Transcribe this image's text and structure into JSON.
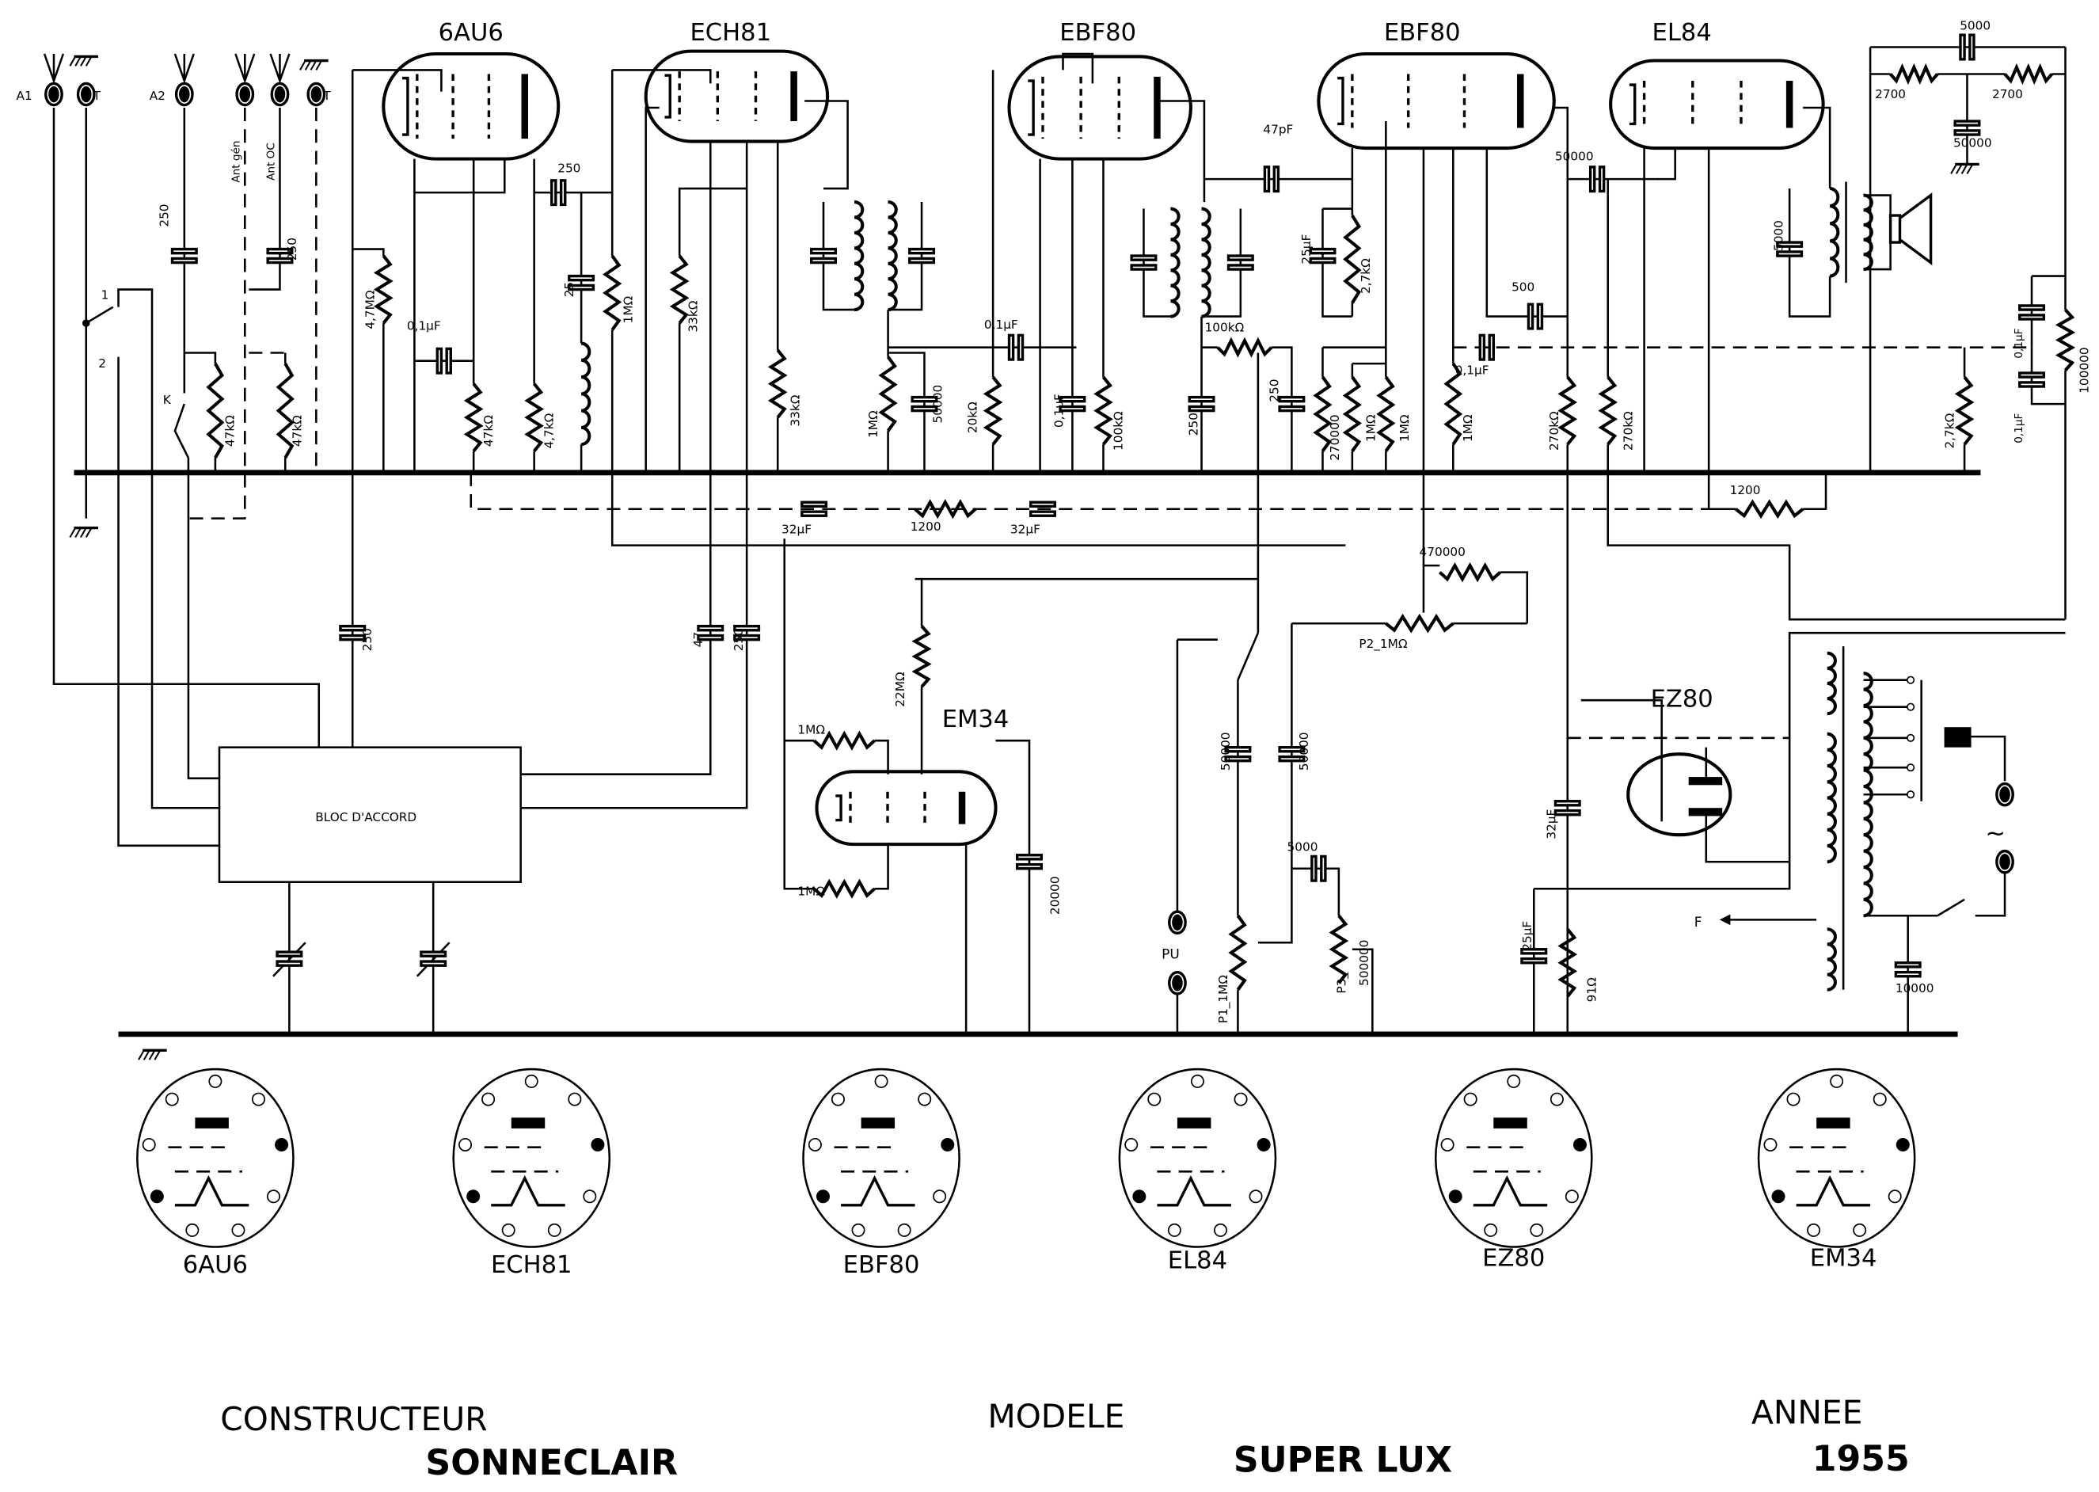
{
  "title_block": {
    "constructeur_label": "CONSTRUCTEUR",
    "constructeur": "SONNECLAIR",
    "modele_label": "MODELE",
    "modele": "SUPER LUX",
    "annee_label": "ANNEE",
    "annee": "1955"
  },
  "tubes": [
    "6AU6",
    "ECH81",
    "EBF80",
    "EBF80",
    "EL84",
    "EM34",
    "EZ80"
  ],
  "block_label": "BLOC D'ACCORD",
  "terminals": [
    "A1",
    "T",
    "A2",
    "T",
    "Ant gén",
    "Ant OC",
    "PU",
    "F",
    "~"
  ],
  "switch_labels": [
    "1",
    "2",
    "K"
  ],
  "component_values": [
    "250",
    "250",
    "4,7MΩ",
    "0,1µF",
    "47kΩ",
    "4,7kΩ",
    "250",
    "25",
    "1MΩ",
    "33kΩ",
    "33kΩ",
    "47kΩ",
    "47kΩ",
    "0,1µF",
    "20kΩ",
    "0,1µF",
    "100kΩ",
    "1MΩ",
    "50000",
    "32µF",
    "1200",
    "32µF",
    "47pF",
    "25µF",
    "2,7kΩ",
    "100kΩ",
    "250",
    "250",
    "270000",
    "1MΩ",
    "1MΩ",
    "1MΩ",
    "500",
    "0,1µF",
    "50000",
    "270kΩ",
    "270kΩ",
    "5000",
    "2700",
    "2700",
    "50000",
    "5000",
    "0,1µF",
    "100000",
    "0,1µF",
    "2,7kΩ",
    "1200",
    "470000",
    "P2_1MΩ",
    "22MΩ",
    "1MΩ",
    "1MΩ",
    "20000",
    "47",
    "250",
    "250",
    "50000",
    "50000",
    "5000",
    "500000",
    "P3_",
    "P1_1MΩ",
    "32µF",
    "25µF",
    "91Ω",
    "10000"
  ],
  "socket_labels": [
    "6AU6",
    "ECH81",
    "EBF80",
    "EL84",
    "EZ80",
    "EM34"
  ]
}
